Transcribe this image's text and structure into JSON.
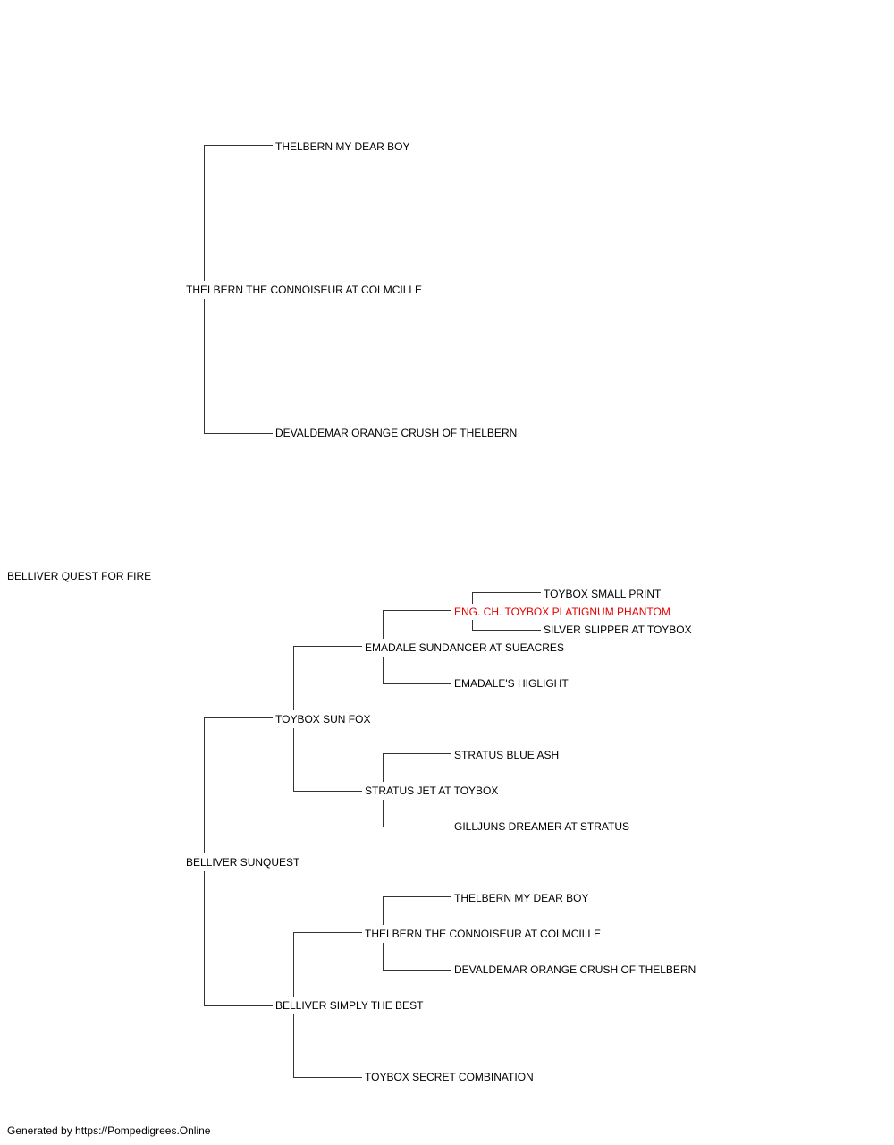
{
  "highlight_color": "#e60000",
  "line_color": "#333333",
  "footer": "Generated by https://Pompedigrees.Online",
  "nodes": {
    "belliver_quest_for_fire": "BELLIVER QUEST FOR FIRE",
    "thelbern_connoisseur_top": "THELBERN THE CONNOISEUR AT COLMCILLE",
    "thelbern_my_dear_boy_top": "THELBERN MY DEAR BOY",
    "devaldemar_top": "DEVALDEMAR ORANGE CRUSH OF THELBERN",
    "belliver_sunquest": "BELLIVER SUNQUEST",
    "toybox_sun_fox": "TOYBOX SUN FOX",
    "emadale_sundancer": "EMADALE SUNDANCER AT SUEACRES",
    "eng_ch_toybox_platignum_phantom": "ENG. CH. TOYBOX PLATIGNUM PHANTOM",
    "toybox_small_print": "TOYBOX SMALL PRINT",
    "silver_slipper": "SILVER SLIPPER AT TOYBOX",
    "emadales_higlight": "EMADALE'S HIGLIGHT",
    "stratus_jet": "STRATUS JET AT TOYBOX",
    "stratus_blue_ash": "STRATUS BLUE ASH",
    "gilljuns_dreamer": "GILLJUNS DREAMER AT STRATUS",
    "belliver_simply_the_best": "BELLIVER SIMPLY THE BEST",
    "thelbern_connoisseur_bottom": "THELBERN THE CONNOISEUR AT COLMCILLE",
    "thelbern_my_dear_boy_bottom": "THELBERN MY DEAR BOY",
    "devaldemar_bottom": "DEVALDEMAR ORANGE CRUSH OF THELBERN",
    "toybox_secret_combination": "TOYBOX SECRET COMBINATION"
  }
}
